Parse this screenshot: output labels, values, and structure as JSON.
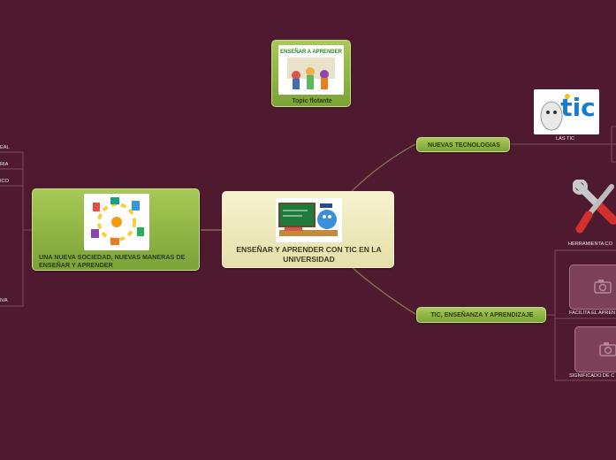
{
  "nodes": {
    "floating_topic": {
      "label": "Topic flotante",
      "image_text": "ENSEÑAR A APRENDER"
    },
    "central": {
      "label": "ENSEÑAR Y APRENDER CON TIC EN LA UNIVERSIDAD"
    },
    "left_main": {
      "label": "UNA NUEVA SOCIEDAD, NUEVAS MANERAS DE ENSEÑAR Y APRENDER"
    },
    "nuevas_tecnologias": {
      "label": "NUEVAS TECNOLOGIAS"
    },
    "tic_ensenanza": {
      "label": "TIC, ENSEÑANZA Y APRENDIZAJE"
    },
    "las_tic": {
      "label": "LAS TIC",
      "image_text": "tic"
    },
    "herramienta": {
      "label": "HERRAMIENTA CO"
    },
    "facilita": {
      "label": "FACILITA EL APREN"
    },
    "significado": {
      "label": "SIGNIFICADO DE C"
    }
  },
  "left_fragments": [
    "EAL",
    "RIA",
    "ICO",
    "IVA"
  ],
  "colors": {
    "background": "#4f1a2f",
    "branch_green": "#8cb545",
    "central_cream": "#efeabf",
    "connector": "#8a7a4e"
  }
}
